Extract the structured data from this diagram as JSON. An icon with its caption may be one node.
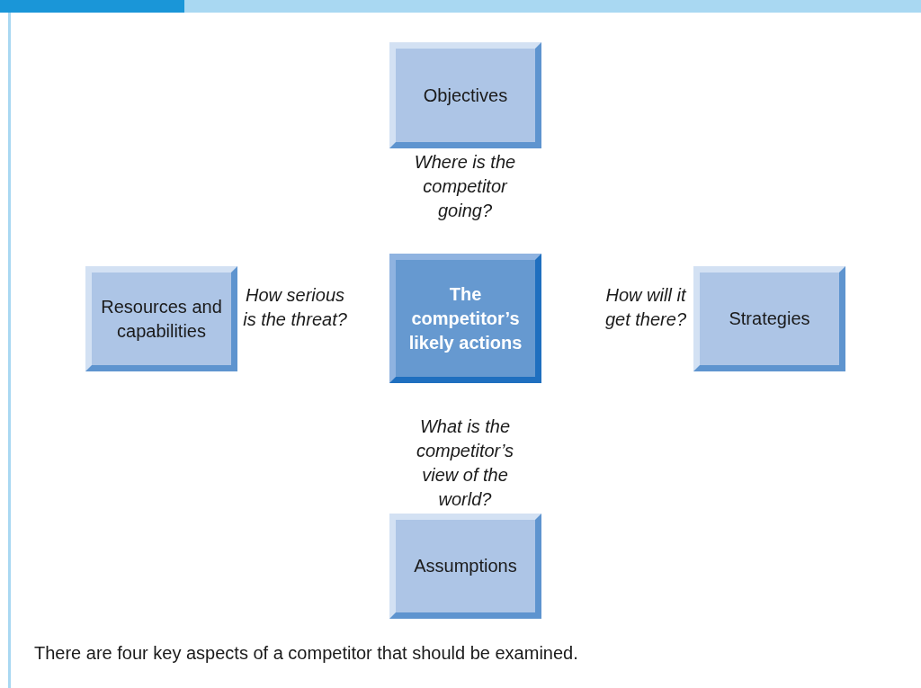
{
  "diagram": {
    "caption": "There are four key aspects of a competitor that should be examined.",
    "nodes": [
      {
        "text": [
          "Objectives"
        ]
      },
      {
        "text": [
          "Resources and capabilities"
        ]
      },
      {
        "text": [
          "The competitor’s likely actions"
        ]
      },
      {
        "text": [
          "Strategies"
        ]
      },
      {
        "text": [
          "Assumptions"
        ]
      }
    ],
    "labels": [
      "Where is the competitor going?",
      "How serious is the threat?",
      "How will it get there?",
      "What is the competitor’s view of the world?"
    ]
  }
}
